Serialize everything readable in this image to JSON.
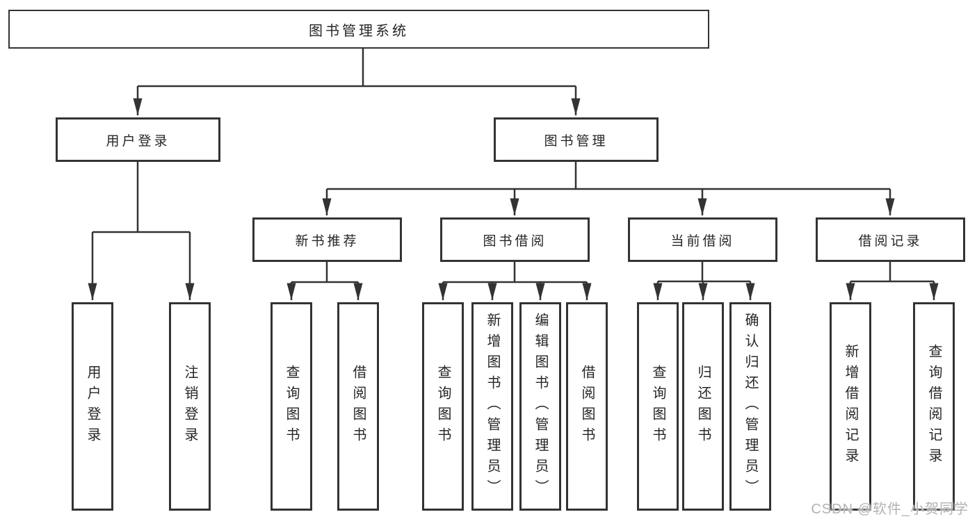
{
  "tree": {
    "root": "图书管理系统",
    "children": [
      {
        "label": "用户登录",
        "children": [
          "用户登录",
          "注销登录"
        ]
      },
      {
        "label": "图书管理",
        "children": [
          {
            "label": "新书推荐",
            "children": [
              "查询图书",
              "借阅图书"
            ]
          },
          {
            "label": "图书借阅",
            "children": [
              "查询图书",
              "新增图书（管理员）",
              "编辑图书（管理员）",
              "借阅图书"
            ]
          },
          {
            "label": "当前借阅",
            "children": [
              "查询图书",
              "归还图书",
              "确认归还（管理员）"
            ]
          },
          {
            "label": "借阅记录",
            "children": [
              "新增借阅记录",
              "查询借阅记录"
            ]
          }
        ]
      }
    ]
  },
  "watermark": {
    "text": "CSDN @软件_小贺同学"
  },
  "colors": {
    "line": "#333333",
    "box_border": "#333333",
    "text": "#262626",
    "watermark": "#b3b3b3",
    "background": "#ffffff"
  }
}
